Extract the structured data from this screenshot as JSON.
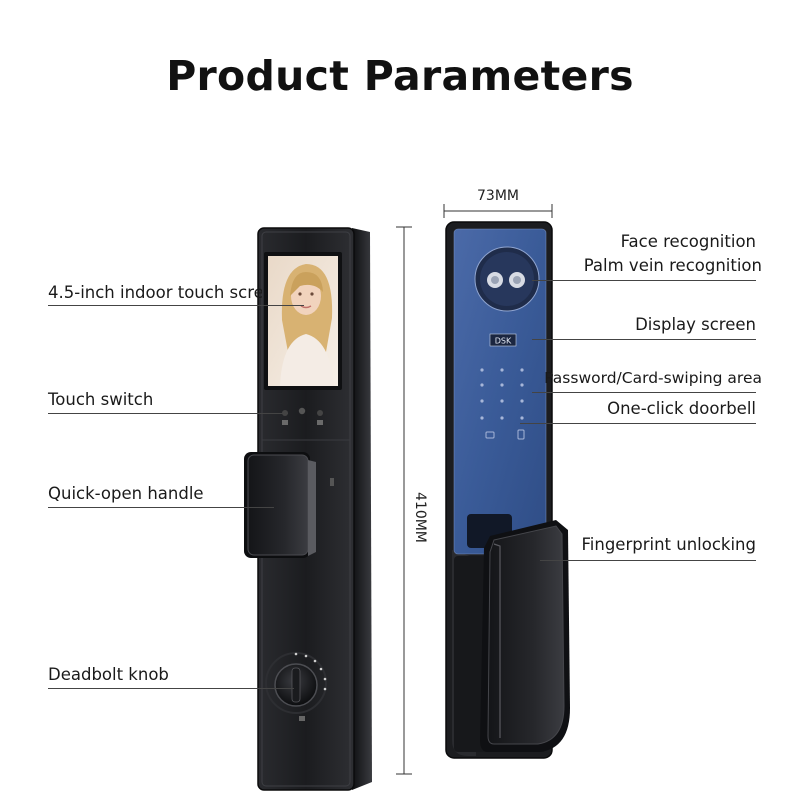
{
  "title": "Product Parameters",
  "dimensions": {
    "width": "73MM",
    "height": "410MM"
  },
  "left_labels": [
    "4.5-inch indoor touch screen",
    "Touch switch",
    "Quick-open handle",
    "Deadbolt knob"
  ],
  "right_labels": [
    "Face recognition",
    "Palm vein recognition",
    "Display screen",
    "Password/Card-swiping area",
    "One-click doorbell",
    "Fingerprint unlocking"
  ],
  "front_panel": {
    "logo_text": "DSK"
  },
  "colors": {
    "panel_black": "#1c1d20",
    "front_blue": "#3f5f9c",
    "label_line": "#444444"
  }
}
